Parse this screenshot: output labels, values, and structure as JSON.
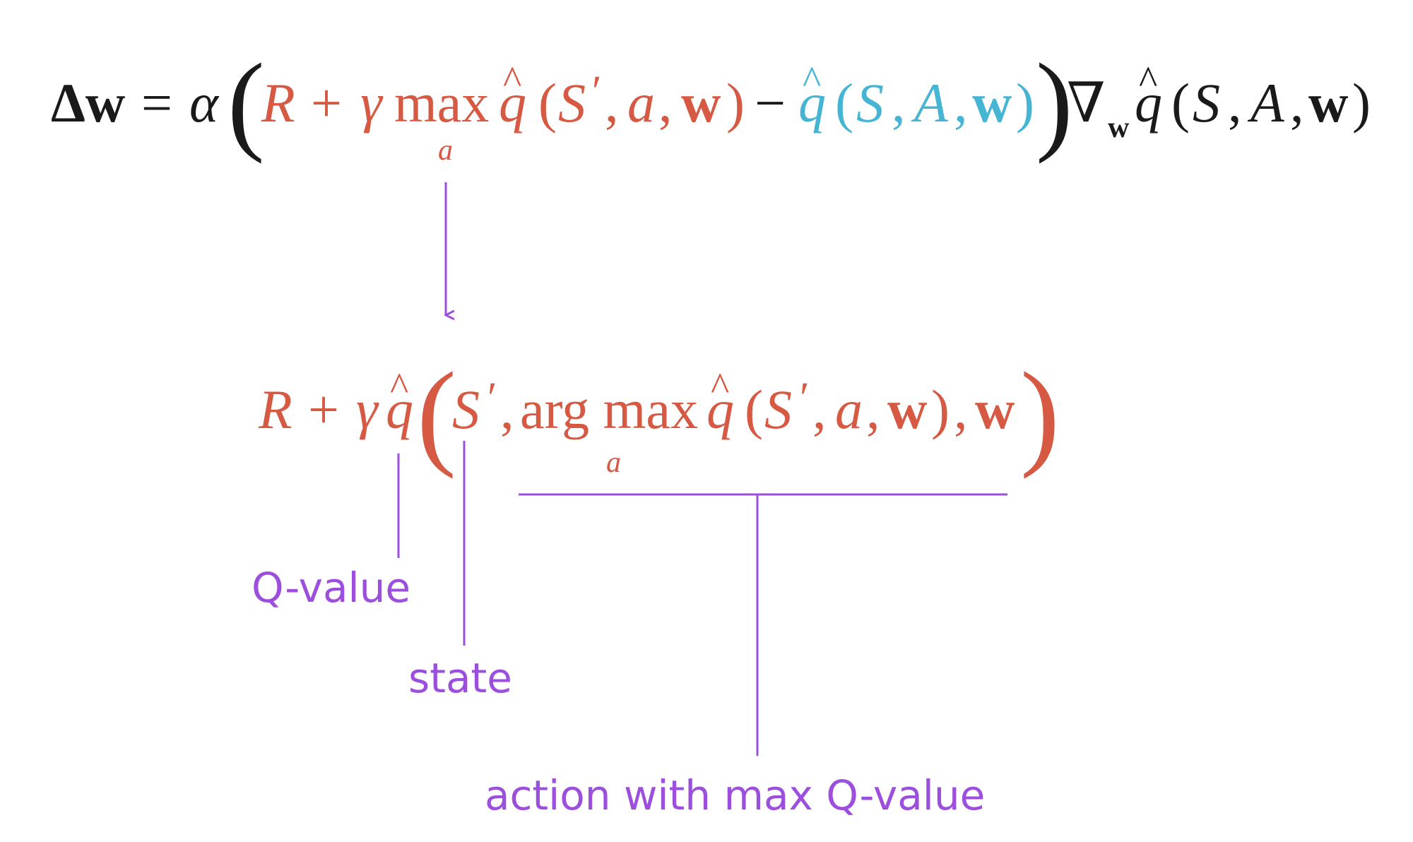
{
  "colors": {
    "black": "#1a1a1a",
    "red": "#d65a43",
    "blue": "#45b5d3",
    "purple": "#9b4fdc"
  },
  "top_equation": {
    "delta_w": "Δw",
    "eq": "=",
    "alpha": "α",
    "open_big": "(",
    "target": {
      "R": "R",
      "plus": "+",
      "gamma": "γ",
      "max": "max",
      "max_sub": "a",
      "q": "q",
      "hat": "^",
      "lp": "(",
      "S": "S",
      "prime": "′",
      "c1": ",",
      "a": "a",
      "c2": ",",
      "w": "w",
      "rp": ")"
    },
    "minus": "−",
    "current": {
      "q": "q",
      "hat": "^",
      "lp": "(",
      "S": "S",
      "c1": ",",
      "A": "A",
      "c2": ",",
      "w": "w",
      "rp": ")"
    },
    "close_big": ")",
    "nabla": "∇",
    "nabla_sub": "w",
    "grad": {
      "q": "q",
      "hat": "^",
      "lp": "(",
      "S": "S",
      "c1": ",",
      "A": "A",
      "c2": ",",
      "w": "w",
      "rp": ")"
    }
  },
  "lower_equation": {
    "R": "R",
    "plus": "+",
    "gamma": "γ",
    "q": "q",
    "hat": "^",
    "open_big": "(",
    "S": "S",
    "prime": "′",
    "c1": ",",
    "argmax": "arg max",
    "argmax_sub": "a",
    "q2": "q",
    "hat2": "^",
    "lp": "(",
    "S2": "S",
    "prime2": "′",
    "c2": ",",
    "a": "a",
    "c3": ",",
    "w": "w",
    "rp": ")",
    "c4": ",",
    "w2": "w",
    "close_big": ")"
  },
  "annotations": {
    "q_value": "Q-value",
    "state": "state",
    "action": "action with max Q-value"
  }
}
